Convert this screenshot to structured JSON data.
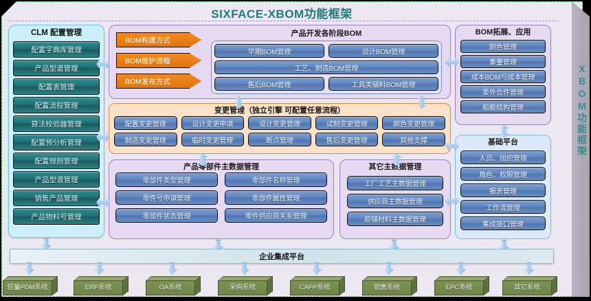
{
  "title": "SIXFACE-XBOM功能框架",
  "vertical_label": "XBOM功能框架",
  "colors": {
    "title": "#1f7a7a",
    "selection_border": "#3fd24a",
    "purple_panel": "#e6d9f2",
    "orange_panel": "#fbe2c8",
    "cyan_panel": "#cdf0fb",
    "blue_panel": "#dbeafb",
    "teal_button": "#1f6e72",
    "blue_button": "#5f84bd",
    "orange_arrow": "#e2740d",
    "green_box": "#6e8449"
  },
  "clm": {
    "title": "CLM 配置管理",
    "items": [
      "配置字典库管理",
      "产品型谱管理",
      "配置表管理",
      "配置流程管理",
      "算法校验器管理",
      "配置预分析管理",
      "配置规则管理",
      "产品型谱管理",
      "销售产品管理",
      "产品物料号管理"
    ]
  },
  "bom_process": {
    "arrows": [
      "BOM构建方式",
      "BOM维护流程",
      "BOM发布方式"
    ],
    "stage_title": "产品开发各阶段BOM",
    "stage_rows": [
      [
        "早期BOM管理",
        "设计BOM管理"
      ],
      [
        "工艺、制造BOM管理"
      ],
      [
        "售后BOM管理",
        "工具类辅料BOM管理"
      ]
    ]
  },
  "bom_extension": {
    "title": "BOM拓展、应用",
    "items": [
      "颜色管理",
      "重量管理",
      "成本BOM与成本管理",
      "委外合件管理",
      "船艇结构管理"
    ]
  },
  "change_management": {
    "title": "变更管理（独立引擎 可配置任意流程）",
    "rows": [
      [
        "配置变更管理",
        "设计变更申请",
        "设计变更管理",
        "试制变更管理",
        "颜色变更管理"
      ],
      [
        "制造变更管理",
        "临时变更管理",
        "断点管理",
        "售后变更管理",
        "其他支撑"
      ]
    ]
  },
  "part_master_data": {
    "title": "产品零部件主数据管理",
    "rows": [
      [
        "零部件类型管理",
        "零部件名称管理"
      ],
      [
        "零件号申请管理",
        "零部件属性管理"
      ],
      [
        "零部件状态管理",
        "零件供应商关系管理"
      ]
    ]
  },
  "other_master_data": {
    "title": "其它主数据管理",
    "items": [
      "工厂工艺主数据管理",
      "供应商主数据管理",
      "原辅材料主数据管理"
    ]
  },
  "base_platform": {
    "title": "基础平台",
    "items": [
      "人员、组织管理",
      "角色、权限管理",
      "报表管理",
      "工作流管理",
      "集成接口管理"
    ]
  },
  "integration_bar": {
    "label": "企业集成平台"
  },
  "systems": [
    "轻量PDM系统",
    "ERP系统",
    "OA系统",
    "采购系统",
    "CAPP系统",
    "销售系统",
    "EPC系统",
    "其它系统"
  ]
}
